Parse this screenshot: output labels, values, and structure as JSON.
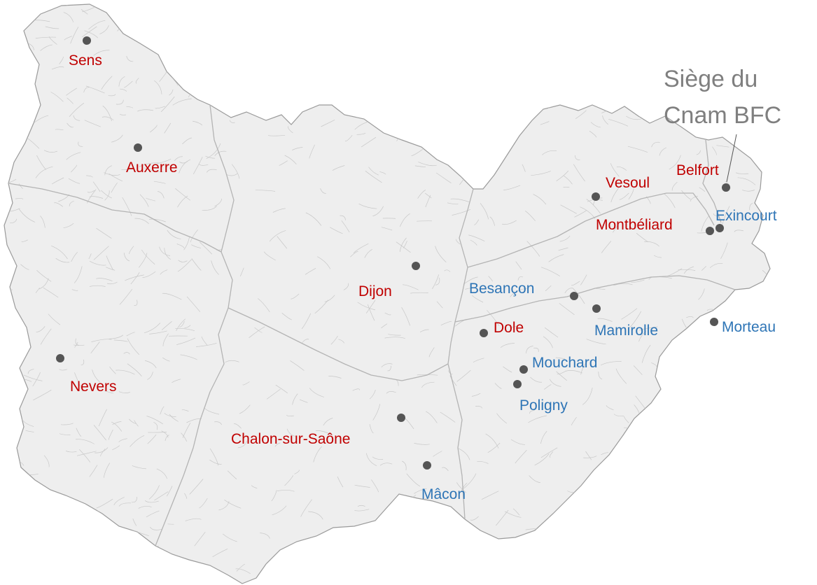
{
  "colors": {
    "background": "#ffffff",
    "region_fill": "#eeeeee",
    "relief": "#c8c8c8",
    "border": "#b4b4b4",
    "dot": "#555555",
    "main_center": "#c00000",
    "secondary_center": "#2e75b6",
    "callout": "#7f7f7f"
  },
  "callout": {
    "line1": "Siège du",
    "line2": "Cnam BFC"
  },
  "cities": {
    "sens": {
      "name": "Sens",
      "kind": "main"
    },
    "auxerre": {
      "name": "Auxerre",
      "kind": "main"
    },
    "nevers": {
      "name": "Nevers",
      "kind": "main"
    },
    "dijon": {
      "name": "Dijon",
      "kind": "main"
    },
    "chalon": {
      "name": "Chalon-sur-Saône",
      "kind": "main"
    },
    "macon": {
      "name": "Mâcon",
      "kind": "secondary"
    },
    "dole": {
      "name": "Dole",
      "kind": "main"
    },
    "besancon": {
      "name": "Besançon",
      "kind": "secondary"
    },
    "mamirolle": {
      "name": "Mamirolle",
      "kind": "secondary"
    },
    "mouchard": {
      "name": "Mouchard",
      "kind": "secondary"
    },
    "poligny": {
      "name": "Poligny",
      "kind": "secondary"
    },
    "morteau": {
      "name": "Morteau",
      "kind": "secondary"
    },
    "vesoul": {
      "name": "Vesoul",
      "kind": "main"
    },
    "belfort": {
      "name": "Belfort",
      "kind": "main"
    },
    "montbeliard": {
      "name": "Montbéliard",
      "kind": "main"
    },
    "exincourt": {
      "name": "Exincourt",
      "kind": "secondary"
    }
  }
}
